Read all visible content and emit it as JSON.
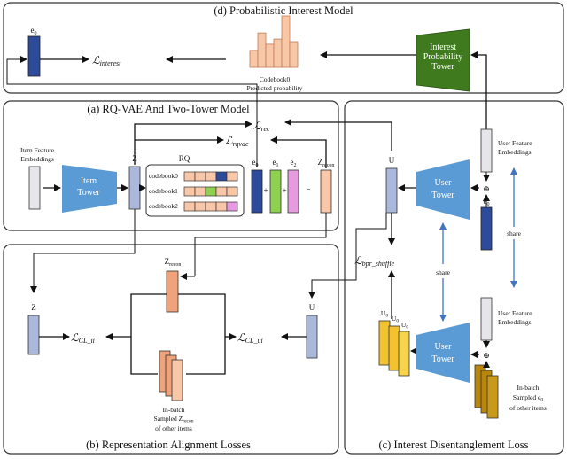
{
  "panels": {
    "d_title": "(d) Probabilistic Interest Model",
    "a_title": "(a) RQ-VAE And Two-Tower Model",
    "b_title": "(b) Representation Alignment Losses",
    "c_title": "(c) Interest Disentanglement Loss"
  },
  "labels": {
    "e0": "e",
    "e0_sub": "0",
    "e1": "e",
    "e1_sub": "1",
    "e2": "e",
    "e2_sub": "2",
    "z": "Z",
    "z_recon": "Z",
    "z_recon_sub": "recon",
    "u": "U",
    "u0": "U",
    "u0_sub": "0",
    "rq": "RQ",
    "codebook0": "codebook0",
    "codebook1": "codebook1",
    "codebook2": "codebook2",
    "codebook0_caption": "Codebook0",
    "predicted_probability": "Predicted probability",
    "interest_tower_line1": "Interest",
    "interest_tower_line2": "Probability",
    "interest_tower_line3": "Tower",
    "item_feature_line1": "Item Feature",
    "item_feature_line2": "Embeddings",
    "item_tower_line1": "Item",
    "item_tower_line2": "Tower",
    "user_tower_line1": "User",
    "user_tower_line2": "Tower",
    "user_feature_line1": "User Feature",
    "user_feature_line2": "Embeddings",
    "share": "share",
    "plus": "+",
    "equals": "=",
    "oplus": "⊕",
    "inbatch_line1": "In-batch",
    "inbatch_line2": "Sampled Z",
    "inbatch_line2_sub": "recon",
    "inbatch_line3": "of other items",
    "inbatch_e0_line1": "In-batch",
    "inbatch_e0_line2": "Sampled e",
    "inbatch_e0_line2_sub": "0",
    "inbatch_e0_line3": "of other items"
  },
  "losses": {
    "interest": "interest",
    "rec": "rec",
    "rqvae": "rqvae",
    "bpr_shuffle": "bpr_shuffle",
    "cl_ii": "CL_ii",
    "cl_ui": "CL_ui",
    "script_l": "ℒ"
  },
  "colors": {
    "blue_vec": "#aab8dc",
    "navy": "#2e4a9a",
    "green_vec": "#8fd14f",
    "pink_vec": "#e69ae0",
    "peach": "#f7c7a8",
    "peach_dark": "#f0a27a",
    "tower_blue": "#5b9bd5",
    "tower_green": "#3f7a1e",
    "gold": "#f2c230",
    "gold_dark": "#b8860b",
    "grey_vec": "#e6e6ea"
  },
  "chart_data": {
    "type": "bar",
    "title": "",
    "categories": [],
    "values": [
      0.33,
      0.67,
      0.45,
      0.55,
      1.0,
      0.5
    ],
    "xlabel": "Codebook0",
    "ylabel": ""
  }
}
